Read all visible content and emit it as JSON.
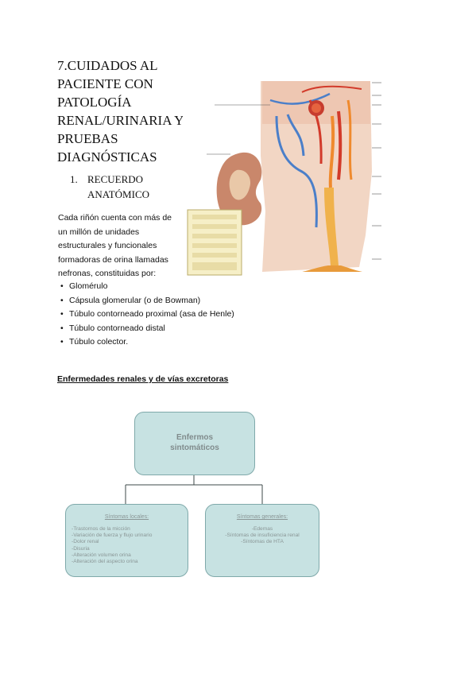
{
  "heading": {
    "lines": [
      "7.CUIDADOS AL",
      "PACIENTE CON",
      "PATOLOGÍA",
      "RENAL/URINARIA Y",
      "PRUEBAS",
      "DIAGNÓSTICAS"
    ]
  },
  "subheading": {
    "number": "1.",
    "line1": "RECUERDO",
    "line2": "ANATÓMICO"
  },
  "intro": {
    "lines": [
      "Cada riñón cuenta con más de",
      "un millón de unidades",
      "estructurales y funcionales",
      "formadoras de orina llamadas",
      "nefronas, constituidas por:"
    ]
  },
  "nephron_parts": [
    "Glomérulo",
    "Cápsula glomerular (o de Bowman)",
    "Túbulo contorneado proximal (asa de Henle)",
    "Túbulo contorneado distal",
    "Túbulo colector."
  ],
  "section_title": "Enfermedades renales y de vías excretoras",
  "diagram": {
    "root": {
      "line1": "Enfermos",
      "line2": "sintomáticos"
    },
    "left": {
      "title": "Síntomas locales:",
      "items": [
        "-Trastornos de la micción",
        "-Variación de fuerza y flujo urinario",
        "-Dolor renal",
        "-Disuria",
        "-Alteración volumen orina",
        "-Alteración del aspecto orina"
      ]
    },
    "right": {
      "title": "Síntomas generales:",
      "items": [
        "-Edemas",
        "-Síntomas de insuficiencia renal",
        "-Síntomas de HTA"
      ]
    }
  },
  "colors": {
    "box_fill": "#c7e2e2",
    "box_border": "#7fa9aa",
    "box_text": "#8a9696"
  }
}
